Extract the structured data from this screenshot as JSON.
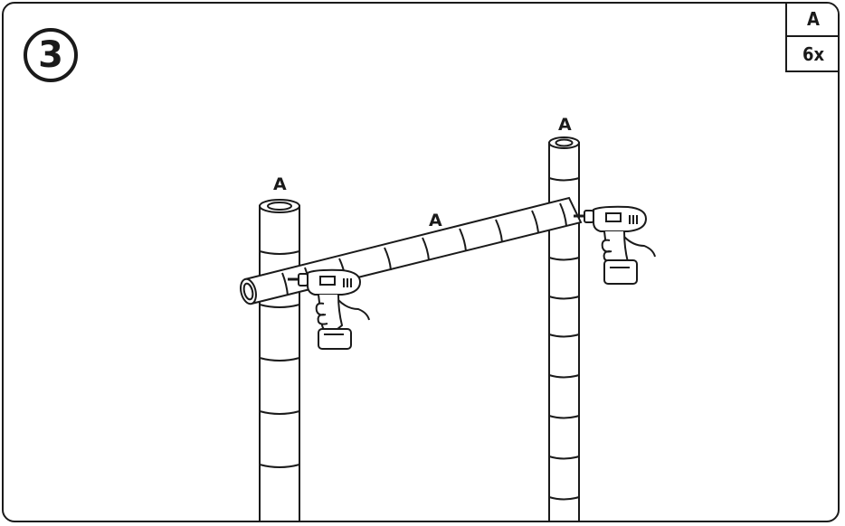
{
  "step": {
    "number": "3"
  },
  "parts": {
    "part_letter": "A",
    "quantity": "6x"
  },
  "labels": {
    "left_post": "A",
    "right_post": "A",
    "crossbar": "A"
  },
  "colors": {
    "line": "#1a1a1a",
    "background": "#ffffff"
  },
  "icons": [
    "drill-icon",
    "drill-icon"
  ]
}
